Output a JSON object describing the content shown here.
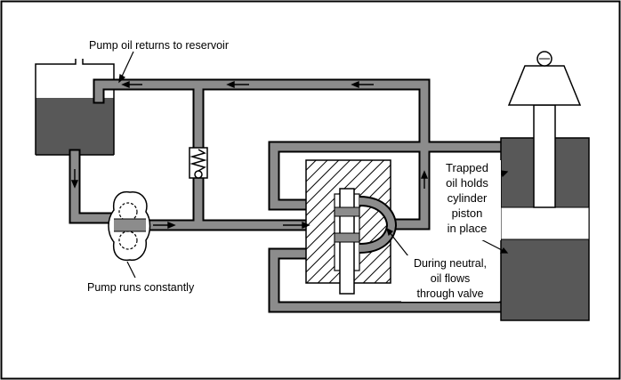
{
  "labels": {
    "return": "Pump oil returns to reservoir",
    "pump": "Pump runs constantly",
    "trapped": [
      "Trapped",
      "oil holds",
      "cylinder",
      "piston",
      "in place"
    ],
    "neutral": [
      "During neutral,",
      "oil flows",
      "through valve"
    ]
  },
  "colors": {
    "pipe": "#8c8c8c",
    "oil": "#585858",
    "outline": "#000000",
    "background": "#ffffff"
  },
  "icons": {
    "relief_valve": "spring-relief-valve-icon",
    "pump": "gear-pump-icon",
    "lamp": "lamp-shade-icon"
  }
}
